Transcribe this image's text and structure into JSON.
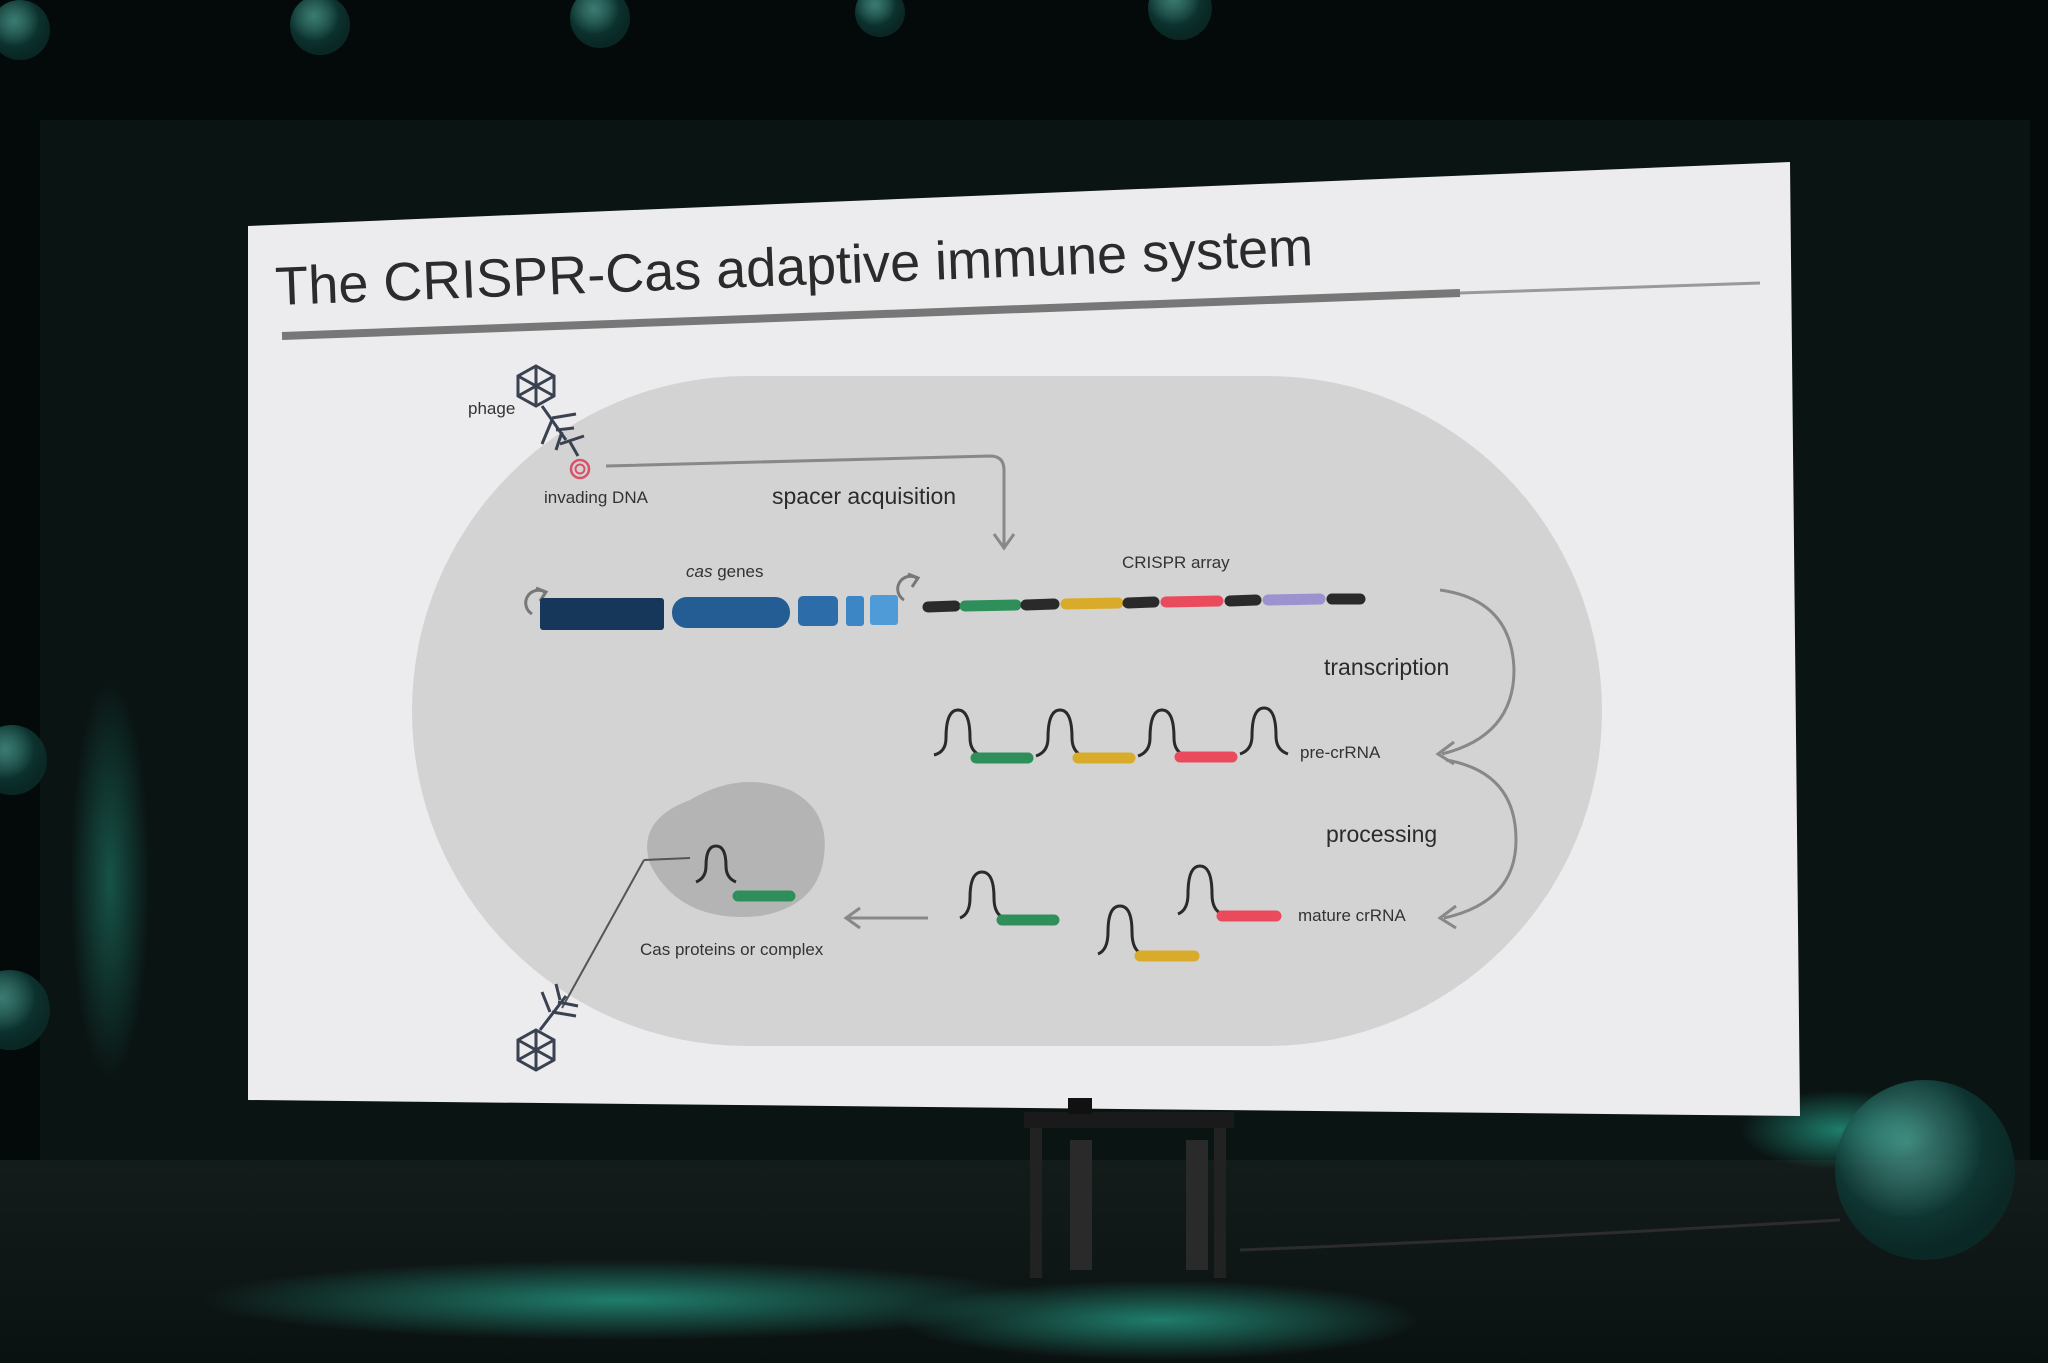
{
  "slide": {
    "title": "The CRISPR-Cas adaptive immune system"
  },
  "diagram": {
    "labels": {
      "phage": "phage",
      "invading_dna": "invading DNA",
      "spacer_acquisition": "spacer acquisition",
      "cas_genes_italic": "cas",
      "cas_genes_rest": " genes",
      "crispr_array": "CRISPR array",
      "transcription": "transcription",
      "pre_crrna": "pre-crRNA",
      "processing": "processing",
      "mature_crrna": "mature crRNA",
      "cas_proteins": "Cas proteins or complex"
    },
    "colors": {
      "repeat": "#2a2a2a",
      "spacer_green": "#2f8f5b",
      "spacer_yellow": "#d8ac2a",
      "spacer_red": "#e94b5d",
      "spacer_purple": "#9c92cf",
      "cas_dark": "#17375a",
      "cas_mid": "#245d93",
      "cas_light": "#4f9bd8",
      "cell": "#d2d2d2",
      "slide_bg": "#ececee"
    }
  }
}
